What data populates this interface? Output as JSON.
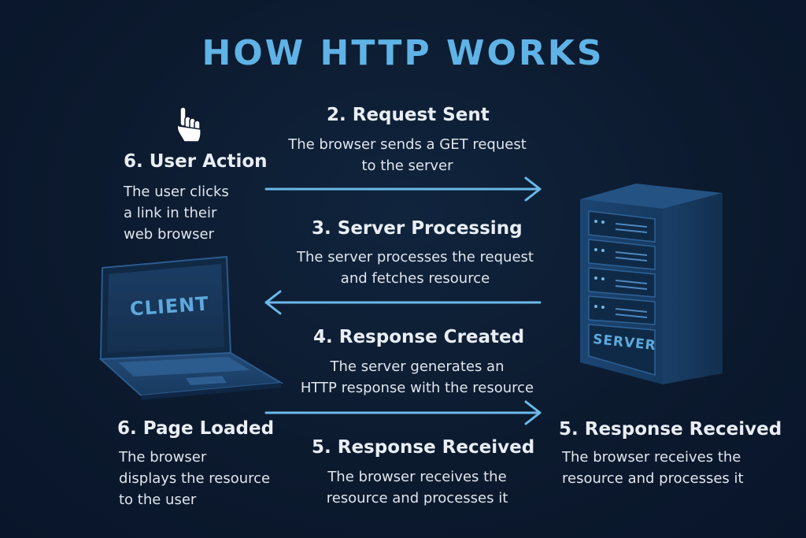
{
  "title": "HOW HTTP WORKS",
  "steps": {
    "request_sent": {
      "title": "2. Request Sent",
      "desc": "The browser sends a GET request\nto the server"
    },
    "user_action": {
      "title": "6. User Action",
      "desc": "The user clicks\na link in their\nweb browser"
    },
    "server_processing": {
      "title": "3. Server Processing",
      "desc": "The server processes the request\nand fetches resource"
    },
    "response_created": {
      "title": "4. Response Created",
      "desc": "The server generates an\nHTTP response with the resource"
    },
    "page_loaded": {
      "title": "6. Page Loaded",
      "desc": "The browser\ndisplays the resource\nto the user"
    },
    "response_received_center": {
      "title": "5. Response Received",
      "desc": "The browser receives the\nresource and processes it"
    },
    "response_received_right": {
      "title": "5. Response Received",
      "desc": "The browser receives the\nresource and processes it"
    }
  },
  "labels": {
    "client": "CLIENT",
    "server": "SERVER"
  },
  "icons": {
    "pointer": "hand-pointer-icon",
    "laptop": "laptop-icon",
    "server": "server-tower-icon"
  },
  "colors": {
    "title": "#5fb3e6",
    "arrow": "#6cb8e8",
    "device": "#1f4a78",
    "background": "#0c1a2e"
  }
}
